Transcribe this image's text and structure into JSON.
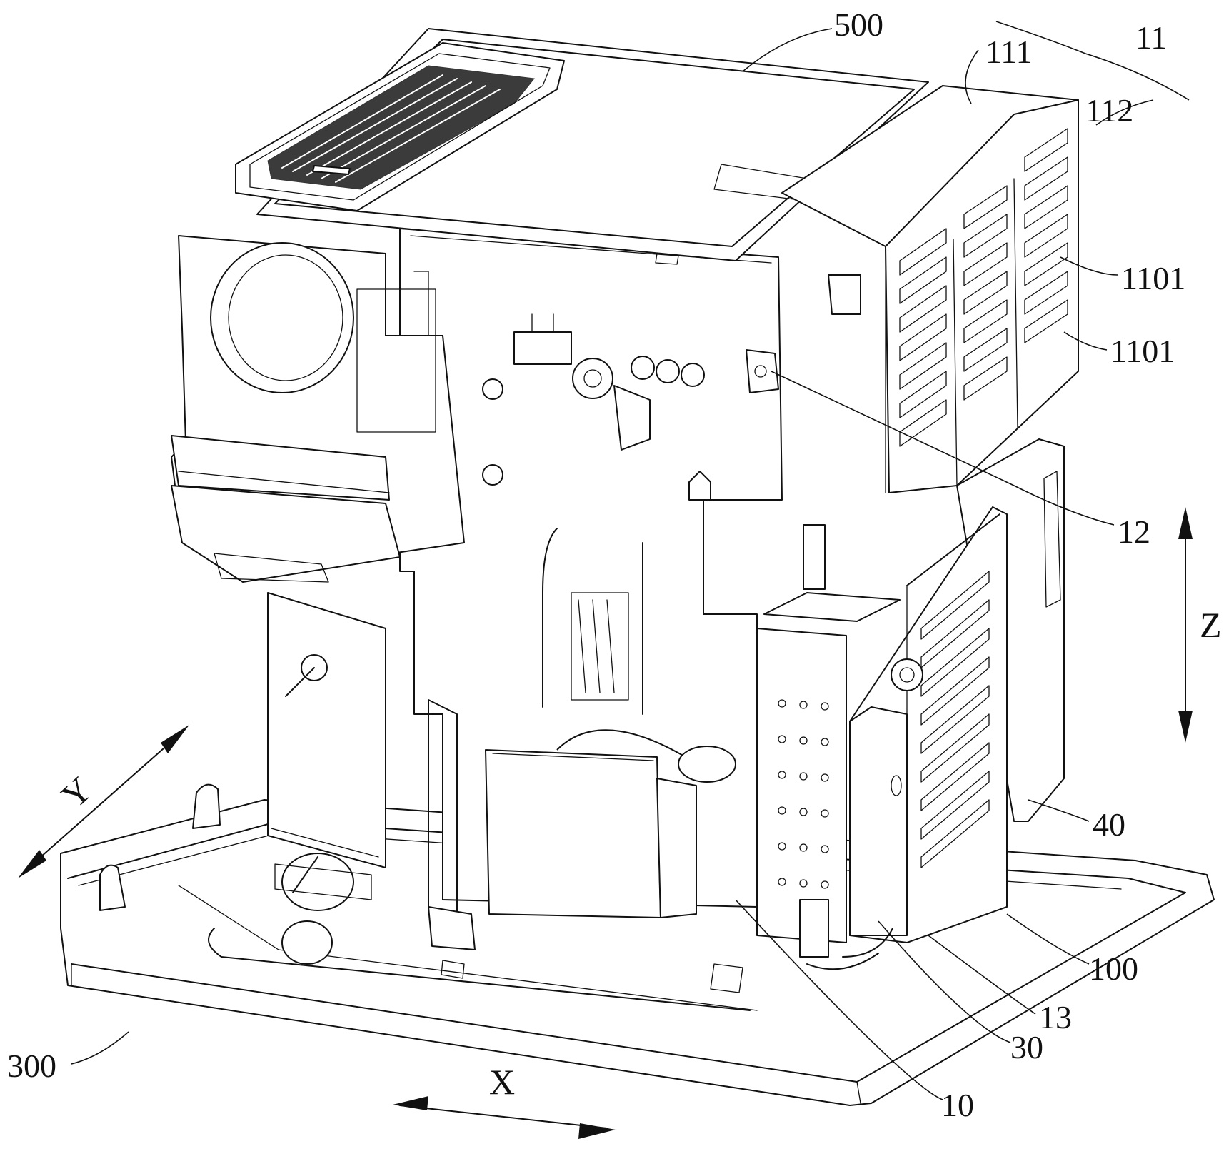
{
  "labels": {
    "l500": "500",
    "l11": "11",
    "l111": "111",
    "l112": "112",
    "l1101a": "1101",
    "l1101b": "1101",
    "l12": "12",
    "l40": "40",
    "l100": "100",
    "l13": "13",
    "l30": "30",
    "l10": "10",
    "l300": "300"
  },
  "axes": {
    "x": "X",
    "y": "Y",
    "z": "Z"
  }
}
